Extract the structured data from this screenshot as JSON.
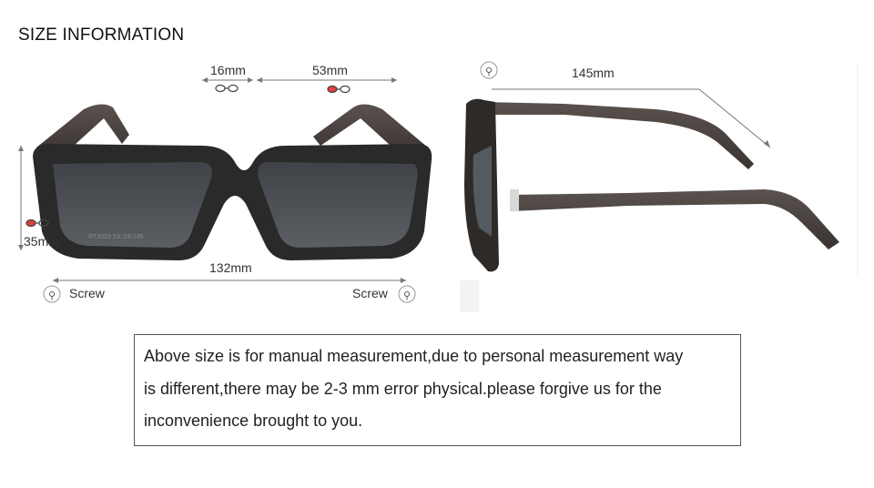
{
  "header": {
    "title": "SIZE INFORMATION"
  },
  "front_view": {
    "bridge_width": "16mm",
    "lens_width": "53mm",
    "lens_height": "35mm",
    "frame_width": "132mm",
    "temple_print": "RT2023 53□16-145",
    "screw_left": "Screw",
    "screw_right": "Screw"
  },
  "side_view": {
    "temple_length": "145mm"
  },
  "note": {
    "line1": "Above size is for manual measurement,due to personal measurement way",
    "line2": "is different,there may be 2-3 mm error physical.please forgive us for the",
    "line3": "inconvenience brought to you."
  },
  "colors": {
    "frame": "#2b2b2b",
    "temple": "#4a4340",
    "lens": "#4e5258",
    "line": "#777777"
  },
  "icons": [
    "glasses-icon",
    "screw-icon"
  ]
}
